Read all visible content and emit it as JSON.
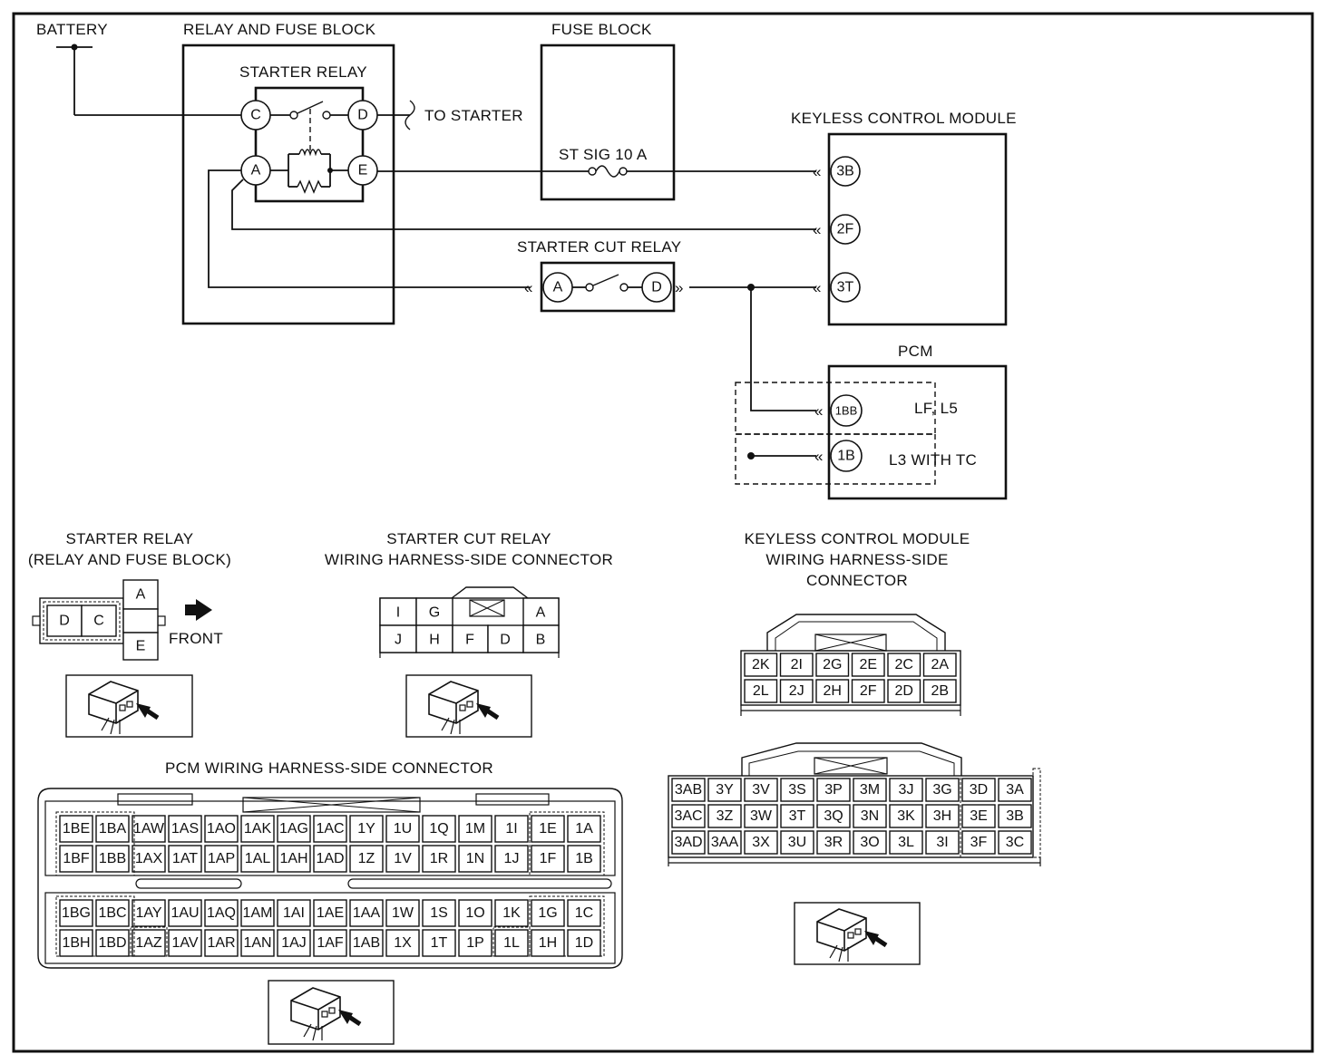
{
  "labels": {
    "battery": "BATTERY",
    "relay_fuse_block": "RELAY AND FUSE BLOCK",
    "starter_relay": "STARTER RELAY",
    "fuse_block": "FUSE BLOCK",
    "to_starter": "TO STARTER",
    "st_sig": "ST SIG 10 A",
    "keyless_module": "KEYLESS CONTROL MODULE",
    "starter_cut_relay": "STARTER CUT RELAY",
    "pcm": "PCM",
    "lf_l5": "LF, L5",
    "l3_tc": "L3 WITH TC"
  },
  "pins": {
    "sr_c": "C",
    "sr_d": "D",
    "sr_a": "A",
    "sr_e": "E",
    "kcm_3b": "3B",
    "kcm_2f": "2F",
    "kcm_3t": "3T",
    "scr_a": "A",
    "scr_d": "D",
    "pcm_1bb": "1BB",
    "pcm_1b": "1B"
  },
  "connectors": {
    "starter_relay": {
      "title1": "STARTER RELAY",
      "title2": "(RELAY AND FUSE BLOCK)",
      "cells": [
        "D",
        "C",
        "A",
        "E"
      ],
      "front": "FRONT"
    },
    "starter_cut_relay": {
      "title1": "STARTER CUT RELAY",
      "title2": "WIRING HARNESS-SIDE CONNECTOR",
      "top": [
        "I",
        "G",
        "",
        "",
        "A"
      ],
      "bottom": [
        "J",
        "H",
        "F",
        "D",
        "B"
      ]
    },
    "kcm_2": {
      "title1": "KEYLESS CONTROL MODULE",
      "title2": "WIRING HARNESS-SIDE",
      "title3": "CONNECTOR",
      "rows": [
        [
          "2K",
          "2I",
          "2G",
          "2E",
          "2C",
          "2A"
        ],
        [
          "2L",
          "2J",
          "2H",
          "2F",
          "2D",
          "2B"
        ]
      ]
    },
    "kcm_3": {
      "rows": [
        [
          "3AB",
          "3Y",
          "3V",
          "3S",
          "3P",
          "3M",
          "3J",
          "3G",
          "3D",
          "3A"
        ],
        [
          "3AC",
          "3Z",
          "3W",
          "3T",
          "3Q",
          "3N",
          "3K",
          "3H",
          "3E",
          "3B"
        ],
        [
          "3AD",
          "3AA",
          "3X",
          "3U",
          "3R",
          "3O",
          "3L",
          "3I",
          "3F",
          "3C"
        ]
      ]
    },
    "pcm": {
      "title": "PCM WIRING HARNESS-SIDE CONNECTOR",
      "rows": [
        [
          "1BE",
          "1BA",
          "1AW",
          "1AS",
          "1AO",
          "1AK",
          "1AG",
          "1AC",
          "1Y",
          "1U",
          "1Q",
          "1M",
          "1I",
          "1E",
          "1A"
        ],
        [
          "1BF",
          "1BB",
          "1AX",
          "1AT",
          "1AP",
          "1AL",
          "1AH",
          "1AD",
          "1Z",
          "1V",
          "1R",
          "1N",
          "1J",
          "1F",
          "1B"
        ],
        [
          "1BG",
          "1BC",
          "1AY",
          "1AU",
          "1AQ",
          "1AM",
          "1AI",
          "1AE",
          "1AA",
          "1W",
          "1S",
          "1O",
          "1K",
          "1G",
          "1C"
        ],
        [
          "1BH",
          "1BD",
          "1AZ",
          "1AV",
          "1AR",
          "1AN",
          "1AJ",
          "1AF",
          "1AB",
          "1X",
          "1T",
          "1P",
          "1L",
          "1H",
          "1D"
        ]
      ]
    }
  }
}
